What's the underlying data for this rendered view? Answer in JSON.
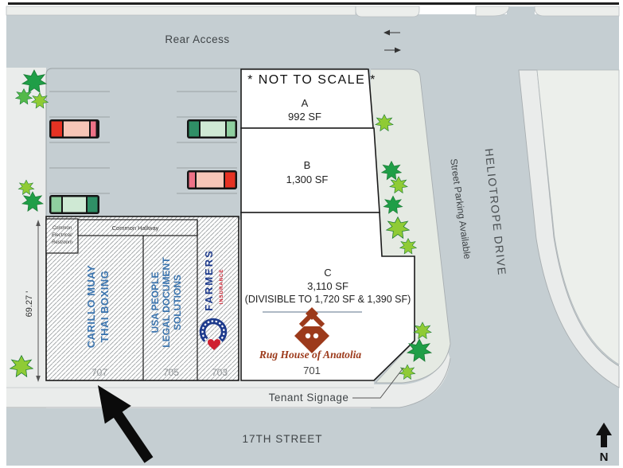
{
  "site": {
    "colors": {
      "road": "#c5ced2",
      "sidewalk": "#eaeceb",
      "landscape_strip": "#e5eae3",
      "east_parcel": "#ecefeb",
      "top_parcel": "#eceeec",
      "building": "#ffffff",
      "outline": "#1a1a1a",
      "tenant_blue": "#3b74ae",
      "farmers_blue": "#1d3a8c",
      "farmers_red": "#cf2030",
      "rug_rust": "#9c3a1b",
      "tree_dark": "#1f9e47",
      "tree_mid": "#53b94a",
      "tree_lime": "#8fcb35",
      "car_red": "#e63223",
      "car_pink_body": "#f7c6b7",
      "car_pink_stripe": "#ee7287",
      "car_teal": "#2f8f66",
      "car_green_body": "#cfe9d4",
      "car_green": "#8fcf9f"
    },
    "streets": {
      "rear_access": "Rear Access",
      "main_cross": "17TH STREET",
      "side_street": "HELIOTROPE DRIVE",
      "parking_note": "Street Parking Available"
    },
    "plan": {
      "scale_note": "* NOT TO SCALE *",
      "dimension": "69.27 '",
      "tenant_signage": "Tenant Signage",
      "compass": "N"
    },
    "common": {
      "hallway": "Common Hallway",
      "electrical_lines": [
        "Common",
        "Electrical/",
        "Restroom"
      ]
    },
    "units": {
      "a": {
        "label": "A",
        "area": "992 SF"
      },
      "b": {
        "label": "B",
        "area": "1,300 SF"
      },
      "c": {
        "label": "C",
        "area": "3,110 SF",
        "divisibility": "(DIVISIBLE TO 1,720 SF & 1,390 SF)",
        "number": "701",
        "tenant": "Rug House of Anatolia"
      },
      "u703": {
        "number": "703",
        "tenant": "FARMERS",
        "tenant_sub": "INSURANCE"
      },
      "u705": {
        "number": "705",
        "tenant_lines": [
          "USA PEOPLE",
          "LEGAL DOCUMENT",
          "SOLUTIONS"
        ]
      },
      "u707": {
        "number": "707",
        "tenant_lines": [
          "CARILLO MUAY",
          "THAI BOXING"
        ]
      }
    }
  }
}
